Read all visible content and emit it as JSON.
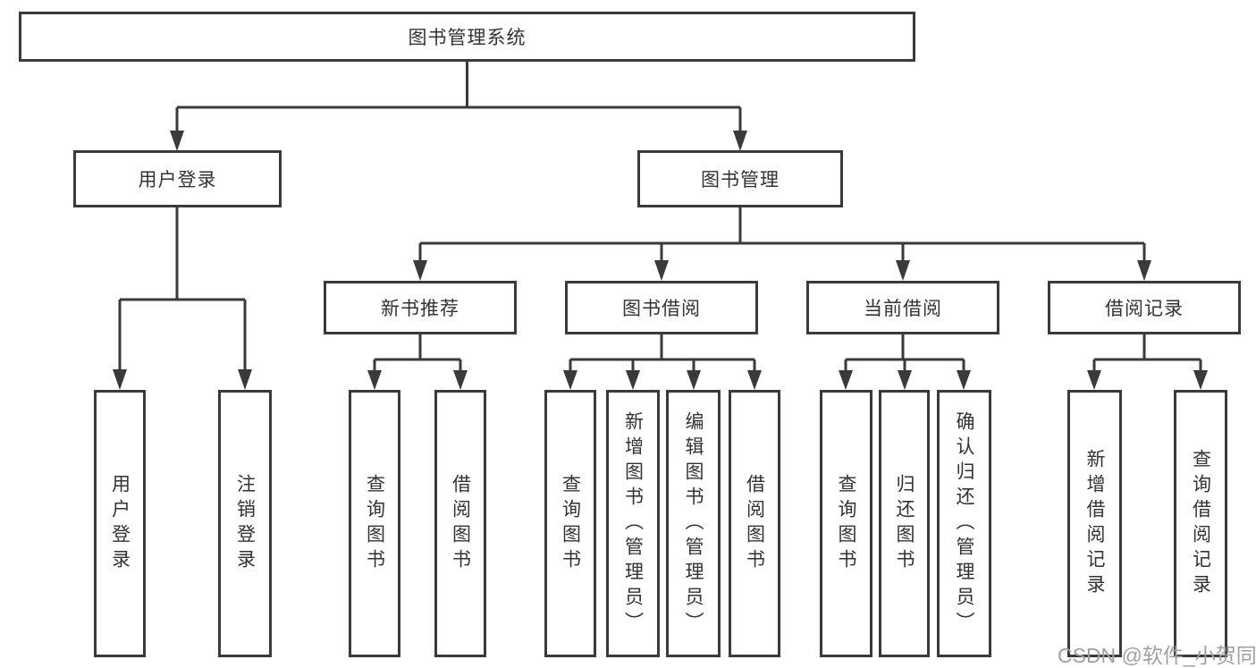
{
  "tree": {
    "root": "图书管理系统",
    "children": [
      {
        "label": "用户登录",
        "children": [
          "用户登录",
          "注销登录"
        ]
      },
      {
        "label": "图书管理",
        "children": [
          {
            "label": "新书推荐",
            "children": [
              "查询图书",
              "借阅图书"
            ]
          },
          {
            "label": "图书借阅",
            "children": [
              "查询图书",
              "新增图书（管理员）",
              "编辑图书（管理员）",
              "借阅图书"
            ]
          },
          {
            "label": "当前借阅",
            "children": [
              "查询图书",
              "归还图书",
              "确认归还（管理员）"
            ]
          },
          {
            "label": "借阅记录",
            "children": [
              "新增借阅记录",
              "查询借阅记录"
            ]
          }
        ]
      }
    ]
  },
  "watermark": {
    "text": "CSDN @软件_小贺同学"
  },
  "colors": {
    "line": "#3a3a3a",
    "box_border": "#3a3a3a",
    "text": "#333333",
    "watermark": "#a0a0a3",
    "background": "#ffffff"
  }
}
